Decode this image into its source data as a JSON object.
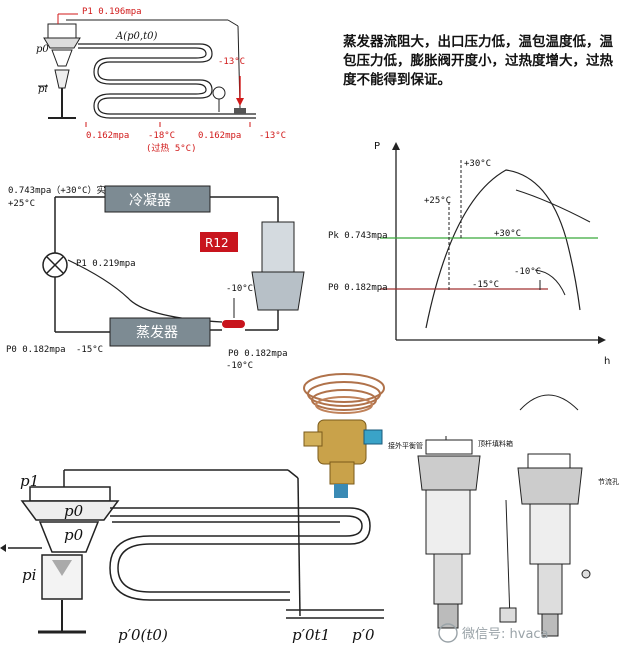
{
  "note": "蒸发器流阻大，出口压力低，温包温度低，温包压力低，膨胀阀开度小，过热度增大，过热度不能得到保证。",
  "top_left": {
    "p1": "P1  0.196mpa",
    "A": "A(p0,t0)",
    "p0": "p0",
    "pi": "pi",
    "t_bulb": "-13°C",
    "p_in": "0.162mpa",
    "t_in": "-18°C",
    "p_out": "0.162mpa",
    "t_out": "-13°C",
    "superheat": "(过热   5°C)"
  },
  "cycle": {
    "p_cond": "0.743mpa（+30°C）实",
    "t_cond": "+25°C",
    "condenser": "冷凝器",
    "refrigerant": "R12",
    "p1": "P1   0.219mpa",
    "t_bulb": "-10°C",
    "evaporator": "蒸发器",
    "p_evap": "P0 0.182mpa",
    "t_evap": "-15°C",
    "p_out": "P0   0.182mpa",
    "t_out": "-10°C"
  },
  "ph": {
    "y_axis": "P",
    "x_axis": "h",
    "pk": "Pk 0.743mpa",
    "p0": "P0 0.182mpa",
    "t30_top": "+30°C",
    "t25": "+25°C",
    "t30_line": "+30°C",
    "t10": "-10°C",
    "t15": "-15°C"
  },
  "bottom": {
    "p1": "p1",
    "p0a": "p0",
    "p0b": "p0",
    "pi": "pi",
    "lbl1": "p′0(t0)",
    "lbl2": "p′0t1",
    "lbl3": "p′0"
  },
  "photo_labels": {
    "left": "接外平衡管",
    "middle": "顶杆填料箱",
    "right": "节流孔"
  },
  "watermark": "微信号: hvaca",
  "colors": {
    "condenser_box": "#7d8b93",
    "r12_box": "#c8141d",
    "red_text": "#d11a1a",
    "green_line": "#39a93a"
  }
}
